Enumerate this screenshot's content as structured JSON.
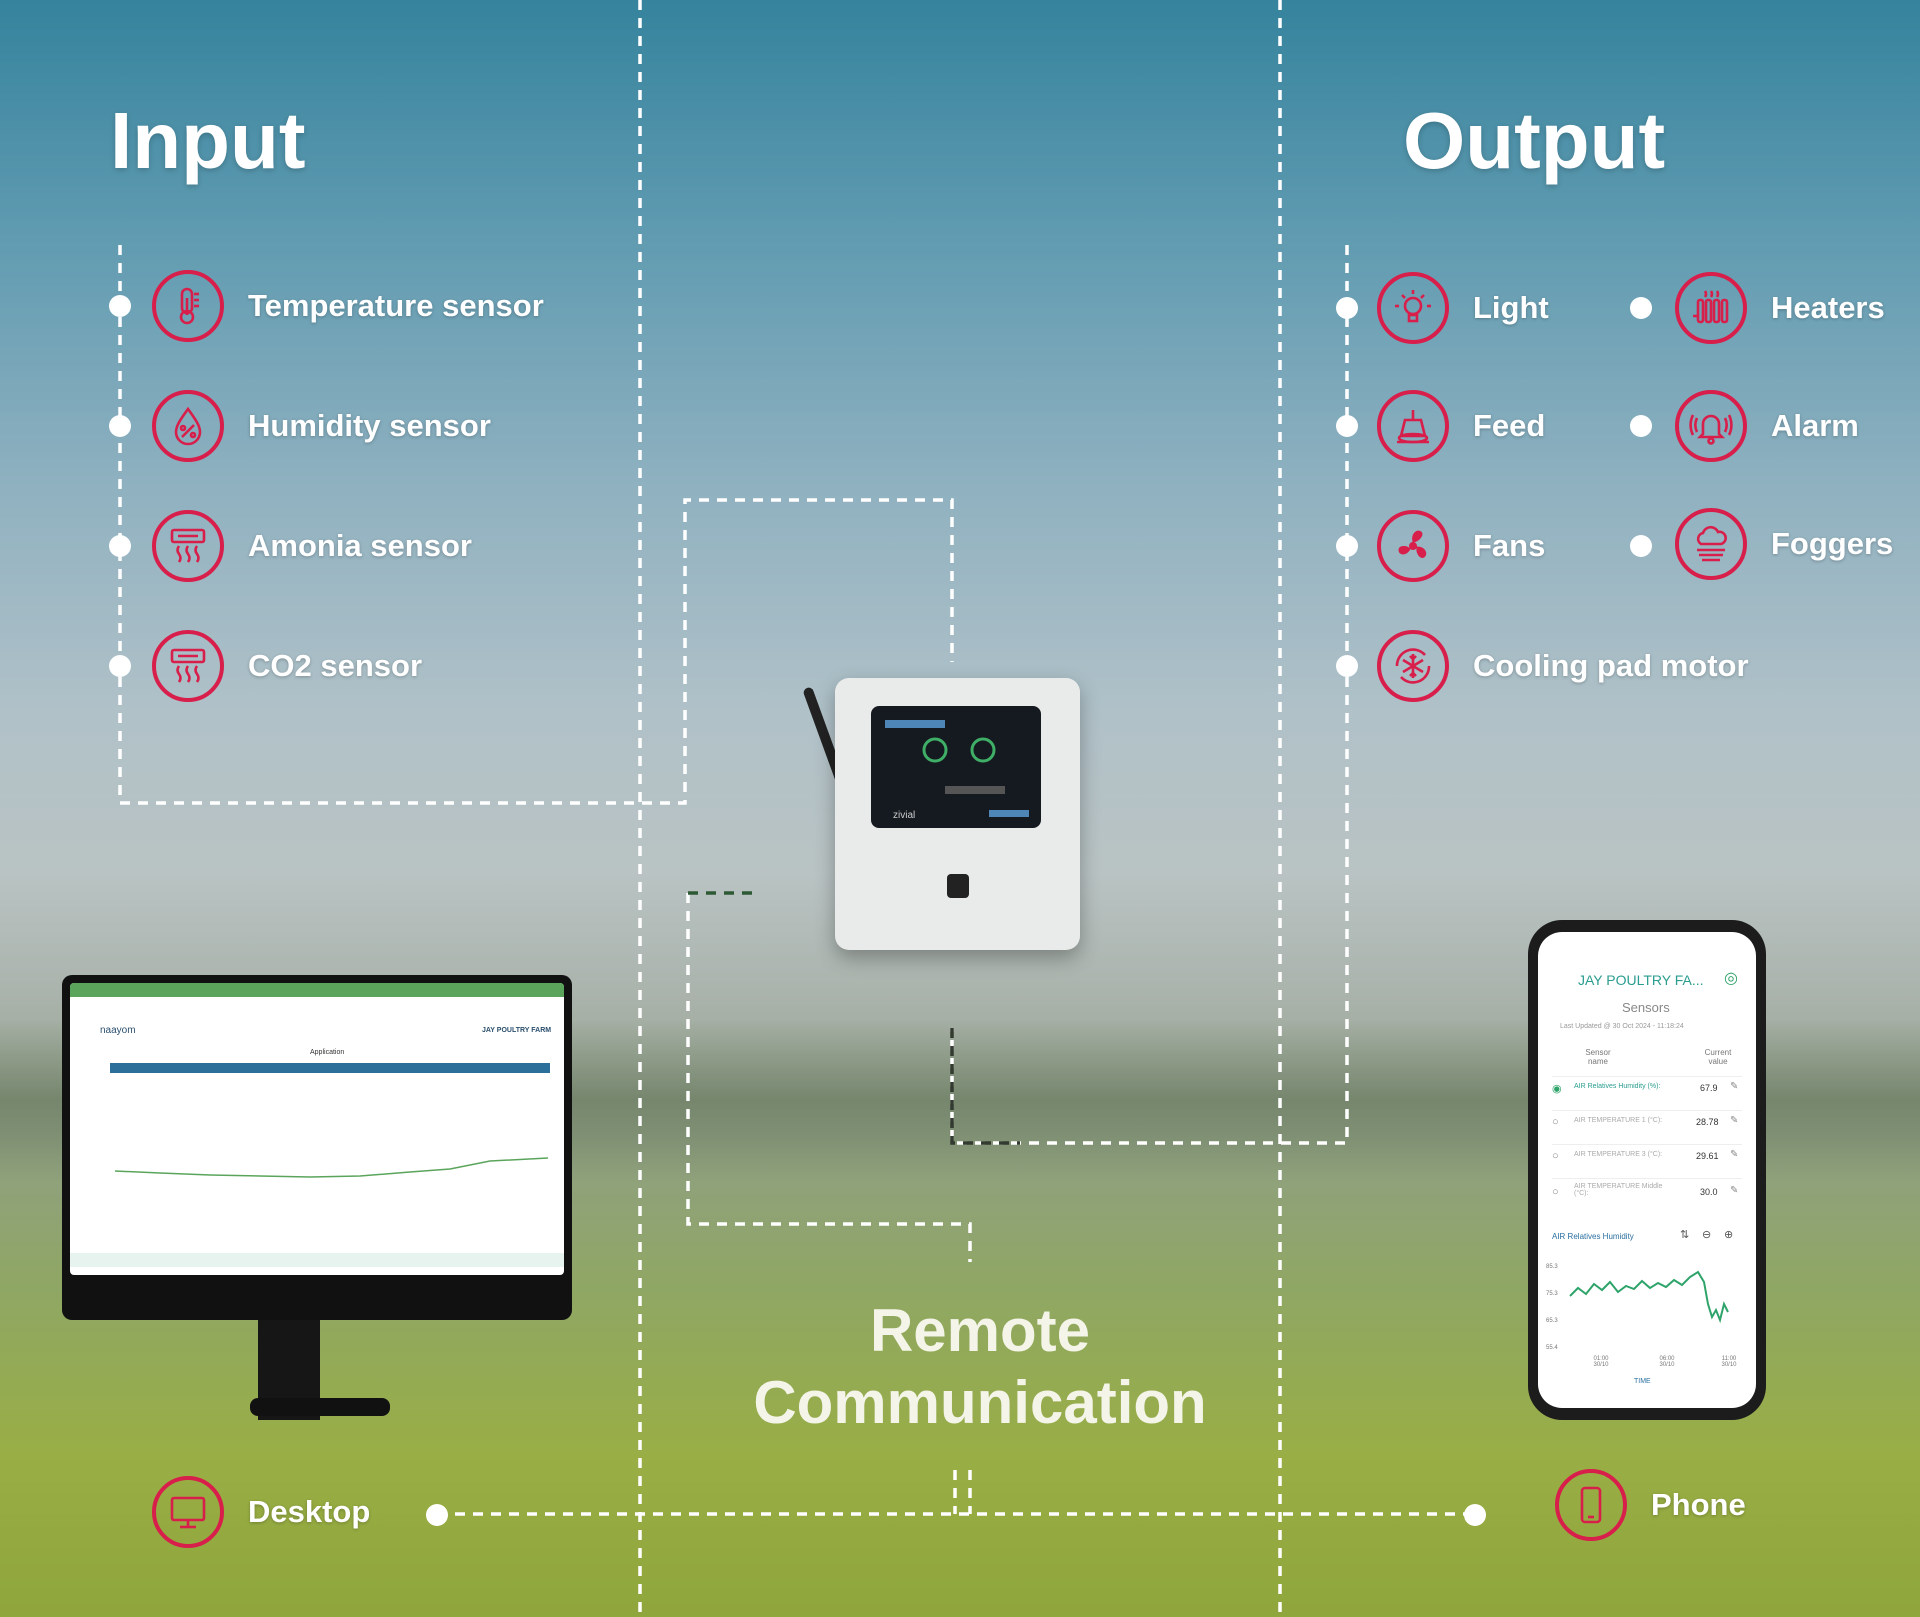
{
  "headings": {
    "input": "Input",
    "output": "Output",
    "remote": "Remote Communication"
  },
  "inputs": [
    {
      "label": "Temperature sensor",
      "icon": "thermometer-icon"
    },
    {
      "label": "Humidity sensor",
      "icon": "humidity-drop-icon"
    },
    {
      "label": "Amonia sensor",
      "icon": "gas-vent-icon"
    },
    {
      "label": "CO2 sensor",
      "icon": "gas-vent-icon"
    }
  ],
  "outputs": [
    {
      "label": "Light",
      "icon": "light-bulb-icon"
    },
    {
      "label": "Heaters",
      "icon": "heater-icon"
    },
    {
      "label": "Feed",
      "icon": "feeder-icon"
    },
    {
      "label": "Alarm",
      "icon": "alarm-bell-icon"
    },
    {
      "label": "Fans",
      "icon": "fan-icon"
    },
    {
      "label": "Foggers",
      "icon": "fogger-cloud-icon"
    },
    {
      "label": "Cooling pad motor",
      "icon": "snowflake-icon"
    }
  ],
  "remote_devices": [
    {
      "label": "Desktop",
      "icon": "desktop-icon"
    },
    {
      "label": "Phone",
      "icon": "phone-icon"
    }
  ],
  "controller": {
    "brand": "zivial"
  },
  "desktop_app": {
    "brand": "naayom",
    "farm": "JAY POULTRY FARM",
    "section": "Application"
  },
  "phone_app": {
    "title": "JAY POULTRY FA...",
    "section": "Sensors",
    "updated": "Last Updated @ 30 Oct 2024 - 11:18:24",
    "col_name": "Sensor name",
    "col_value": "Current value",
    "rows": [
      {
        "name": "AIR Relatives Humidity (%):",
        "value": "67.9"
      },
      {
        "name": "AIR TEMPERATURE 1 (°C):",
        "value": "28.78"
      },
      {
        "name": "AIR TEMPERATURE 3 (°C):",
        "value": "29.61"
      },
      {
        "name": "AIR TEMPERATURE Middle (°C):",
        "value": "30.0"
      }
    ],
    "chart_title": "AIR Relatives Humidity",
    "y_ticks": [
      "85.3",
      "75.3",
      "65.3",
      "55.4"
    ],
    "x_ticks": [
      "01:00 30/10",
      "06:00 30/10",
      "11:00 30/10"
    ],
    "x_label": "TIME"
  },
  "colors": {
    "accent": "#d81e4a",
    "line": "#ffffff",
    "chart": "#2ea36a"
  }
}
